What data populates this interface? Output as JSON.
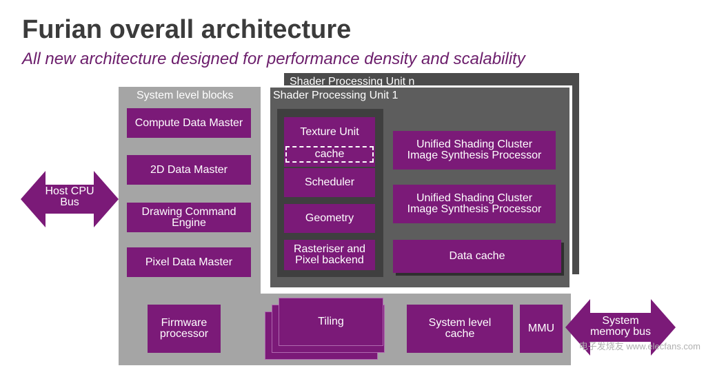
{
  "slide": {
    "title": "Furian overall architecture",
    "subtitle": "All new architecture designed for performance density and scalability"
  },
  "system_blocks": {
    "label": "System level blocks",
    "items": [
      "Compute Data Master",
      "2D Data Master",
      "Drawing Command\nEngine",
      "Pixel Data Master"
    ]
  },
  "spu_n": {
    "label": "Shader Processing Unit n"
  },
  "spu_1": {
    "label": "Shader Processing Unit 1",
    "texture_unit": "Texture Unit",
    "cache": "cache",
    "scheduler": "Scheduler",
    "geometry": "Geometry",
    "rasteriser": "Rasteriser and\nPixel backend",
    "usc_1": "Unified Shading Cluster\nImage Synthesis Processor",
    "usc_2": "Unified Shading Cluster\nImage Synthesis Processor",
    "data_cache": "Data cache"
  },
  "bottom": {
    "firmware": "Firmware\nprocessor",
    "tiling": "Tiling",
    "system_cache": "System level\ncache",
    "mmu": "MMU"
  },
  "arrows": {
    "host_cpu_bus": "Host CPU\nBus",
    "system_memory_bus": "System\nmemory bus"
  },
  "watermark": "电子发烧友 www.elecfans.com",
  "colors": {
    "purple": "#7b1a78",
    "gray": "#a5a5a5",
    "dark": "#5a5a5a",
    "subtitle": "#6b1d6b"
  }
}
